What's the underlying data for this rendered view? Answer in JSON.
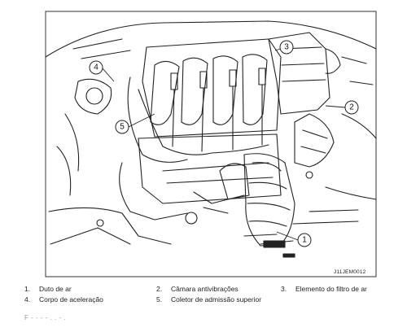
{
  "figure": {
    "code": "J11JEM0012",
    "callouts": [
      "1",
      "2",
      "3",
      "4",
      "5"
    ],
    "legend": [
      {
        "num": "1.",
        "text": "Duto de ar"
      },
      {
        "num": "2.",
        "text": "Câmara antivibrações"
      },
      {
        "num": "3.",
        "text": "Elemento do filtro de ar"
      },
      {
        "num": "4.",
        "text": "Corpo de aceleração"
      },
      {
        "num": "5.",
        "text": "Coletor de admissão superior"
      }
    ],
    "cut_text": "F  - - - -  .  . -  ."
  }
}
